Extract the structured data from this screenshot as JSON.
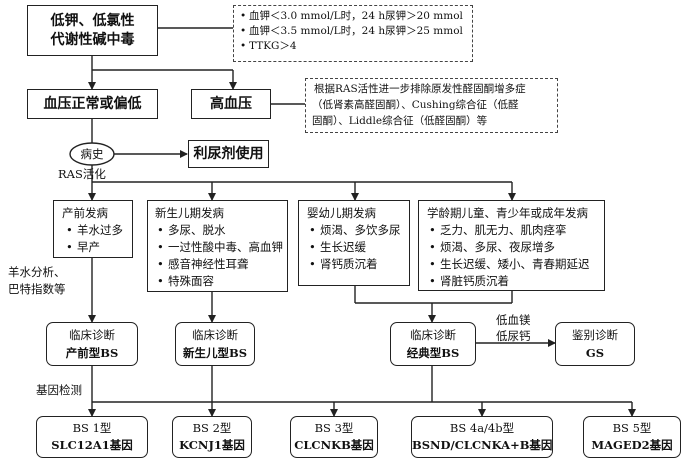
{
  "top_box": {
    "line1": "低钾、低氯性",
    "line2": "代谢性碱中毒"
  },
  "criteria_box": {
    "items": [
      "血钾＜3.0 mmol/L时，24 h尿钾＞20 mmol",
      "血钾＜3.5 mmol/L时，24 h尿钾＞25 mmol",
      "TTKG＞4"
    ]
  },
  "bp_normal": "血压正常或偏低",
  "bp_high": "高血压",
  "ras_note": {
    "line1": "根据RAS活性进一步排除原发性醛固酮增多症",
    "line2": "（低肾素高醛固酮）、Cushing综合征（低醛",
    "line3": "固酮）、Liddle综合征（低醛固酮）等"
  },
  "history_label": "病史",
  "diuretic": "利尿剂使用",
  "ras_label": "RAS活化",
  "onset": [
    {
      "title": "产前发病",
      "items": [
        "羊水过多",
        "早产"
      ]
    },
    {
      "title": "新生儿期发病",
      "items": [
        "多尿、脱水",
        "一过性酸中毒、高血钾",
        "感音神经性耳聋",
        "特殊面容"
      ]
    },
    {
      "title": "婴幼儿期发病",
      "items": [
        "烦渴、多饮多尿",
        "生长迟缓",
        "肾钙质沉着"
      ]
    },
    {
      "title": "学龄期儿童、青少年或成年发病",
      "items": [
        "乏力、肌无力、肌肉痉挛",
        "烦渴、多尿、夜尿增多",
        "生长迟缓、矮小、青春期延迟",
        "肾脏钙质沉着"
      ]
    }
  ],
  "amniotic_note": {
    "line1": "羊水分析、",
    "line2": "巴特指数等"
  },
  "diagnosis": [
    {
      "label": "临床诊断",
      "name": "产前型BS"
    },
    {
      "label": "临床诊断",
      "name": "新生儿型BS"
    },
    {
      "label": "临床诊断",
      "name": "经典型BS"
    }
  ],
  "mg_note": {
    "line1": "低血镁",
    "line2": "低尿钙"
  },
  "differential": {
    "label": "鉴别诊断",
    "name": "GS"
  },
  "gene_test_label": "基因检测",
  "genes": [
    {
      "type": "BS 1型",
      "gene": "SLC12A1基因"
    },
    {
      "type": "BS 2型",
      "gene": "KCNJ1基因"
    },
    {
      "type": "BS 3型",
      "gene": "CLCNKB基因"
    },
    {
      "type": "BS 4a/4b型",
      "gene": "BSND/CLCNKA+B基因"
    },
    {
      "type": "BS 5型",
      "gene": "MAGED2基因"
    }
  ]
}
